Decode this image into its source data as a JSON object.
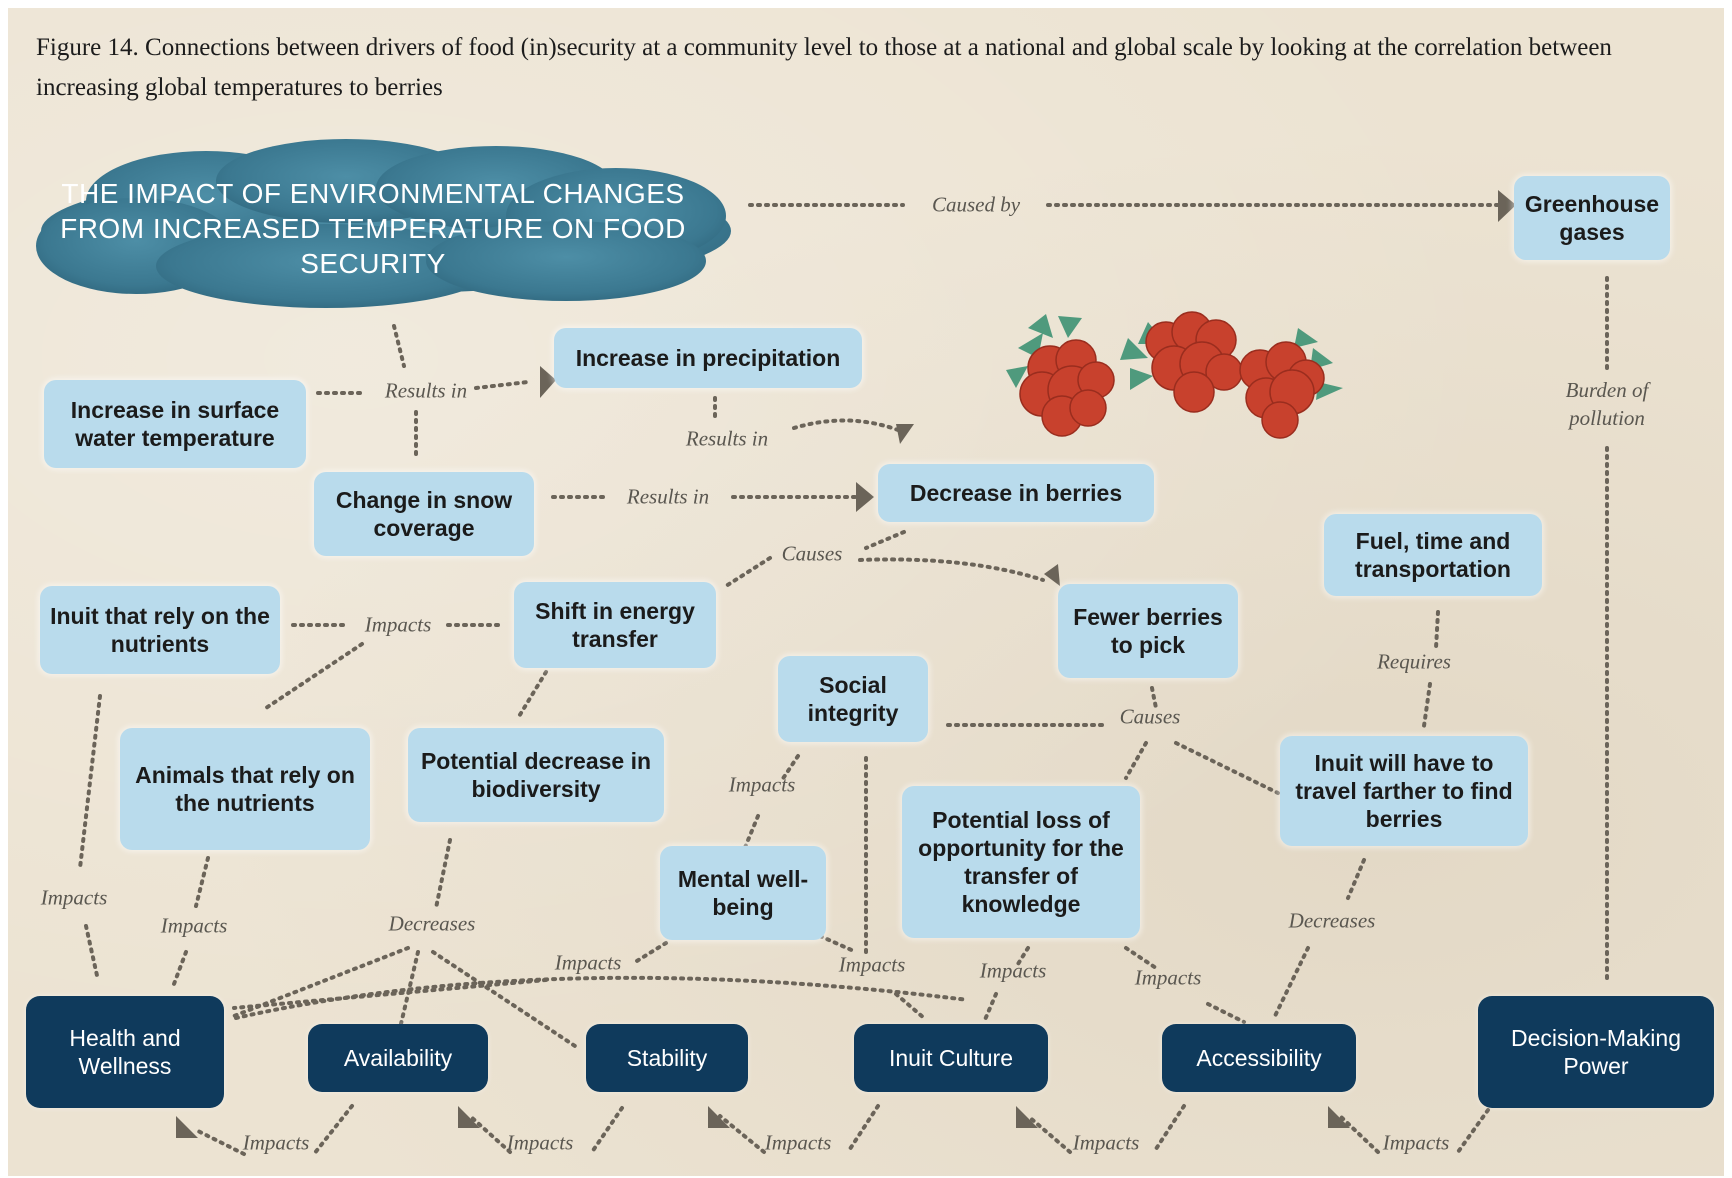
{
  "caption": "Figure 14. Connections between drivers of food (in)security at a community level to those at a national and global scale by looking at the correlation between increasing global temperatures to berries",
  "title": "THE IMPACT OF ENVIRONMENTAL CHANGES FROM INCREASED TEMPERATURE ON FOOD SECURITY",
  "colors": {
    "light_box": "#b9dbec",
    "dark_box": "#0f3a5c",
    "background": "#ece3d2",
    "cloud": "#3f7d94",
    "berry": "#c8412d",
    "leaf": "#4f9a7d"
  },
  "nodes": {
    "greenhouse": "Greenhouse gases",
    "precipitation": "Increase in precipitation",
    "surface_temp": "Increase in surface water temperature",
    "snow": "Change in snow coverage",
    "decrease_berries": "Decrease in berries",
    "fuel": "Fuel, time and transportation",
    "inuit_nutrients": "Inuit that rely on the nutrients",
    "shift_energy": "Shift in energy transfer",
    "fewer_berries": "Fewer berries to pick",
    "social": "Social integrity",
    "animals": "Animals that rely on the nutrients",
    "biodiversity": "Potential decrease in biodiversity",
    "travel": "Inuit will have to travel farther to find berries",
    "knowledge": "Potential loss of opportunity for the transfer of knowledge",
    "mental": "Mental well-being",
    "health": "Health and Wellness",
    "availability": "Availability",
    "stability": "Stability",
    "culture": "Inuit Culture",
    "accessibility": "Accessibility",
    "decision": "Decision-Making Power"
  },
  "labels": {
    "caused_by": "Caused by",
    "burden": "Burden of pollution",
    "results_in_1": "Results in",
    "results_in_2": "Results in",
    "results_in_3": "Results in",
    "causes_1": "Causes",
    "causes_2": "Causes",
    "impacts_1": "Impacts",
    "requires": "Requires",
    "impacts_2": "Impacts",
    "impacts_3": "Impacts",
    "impacts_4": "Impacts",
    "decreases_1": "Decreases",
    "decreases_2": "Decreases",
    "impacts_5": "Impacts",
    "impacts_6": "Impacts",
    "impacts_7": "Impacts",
    "impacts_8": "Impacts",
    "impacts_b1": "Impacts",
    "impacts_b2": "Impacts",
    "impacts_b3": "Impacts",
    "impacts_b4": "Impacts",
    "impacts_b5": "Impacts"
  }
}
